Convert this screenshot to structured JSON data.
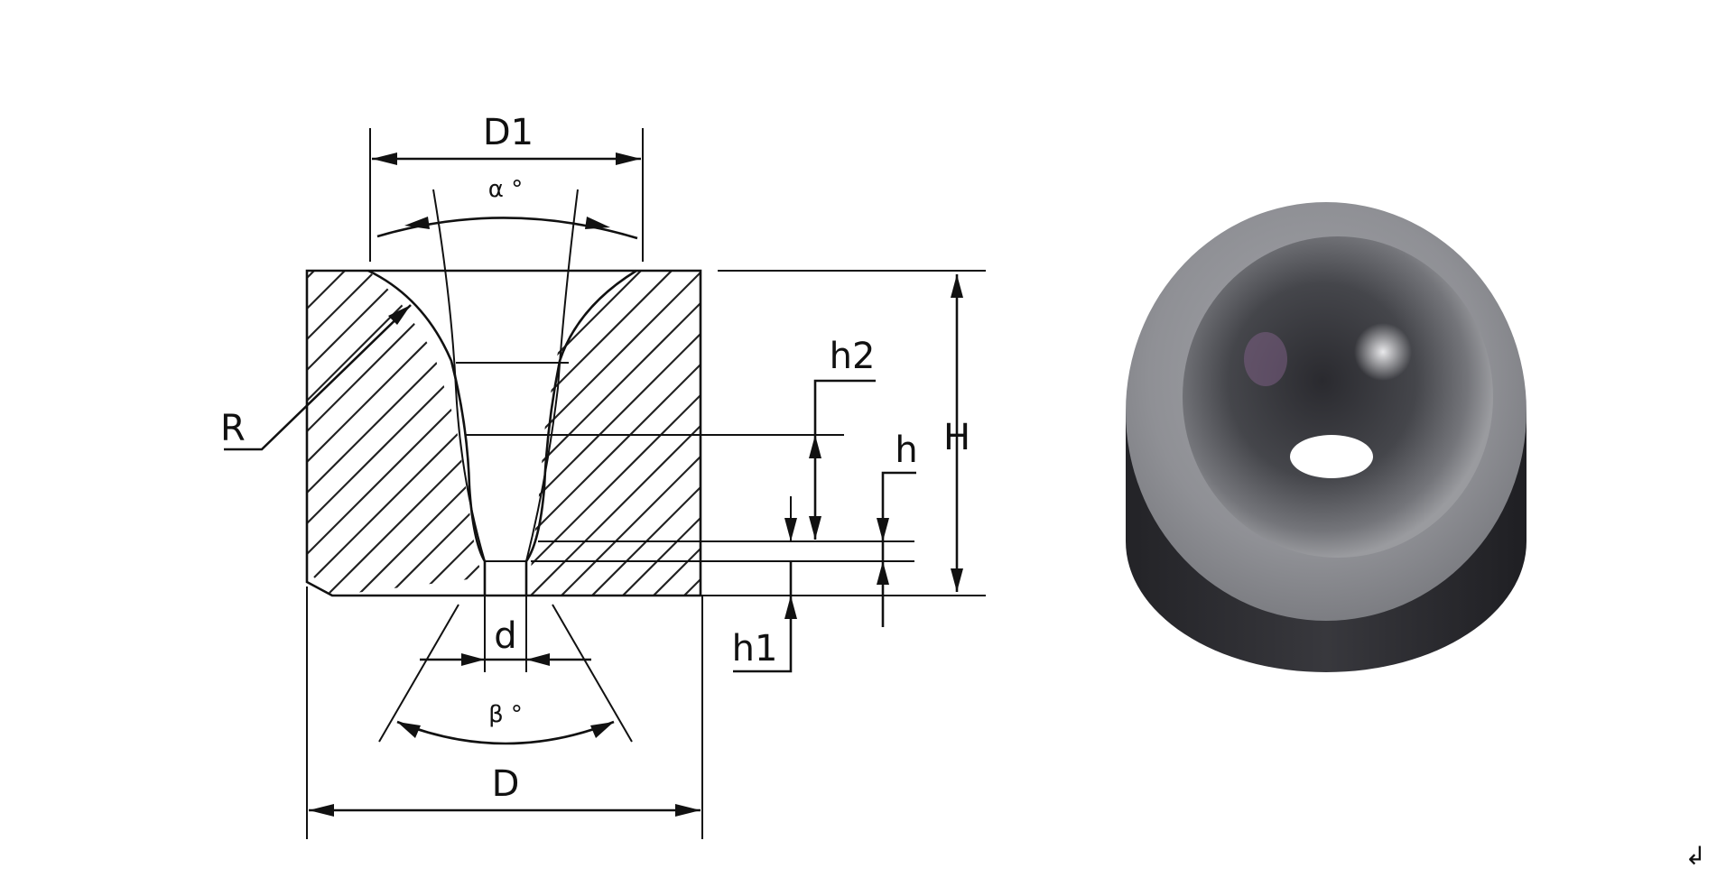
{
  "diagram": {
    "labels": {
      "d1": "D1",
      "alpha": "α °",
      "r": "R",
      "h2": "h2",
      "h": "h",
      "big_h": "H",
      "d": "d",
      "h1": "h1",
      "beta": "β °",
      "big_d": "D"
    },
    "corner_mark": "↲"
  },
  "colors": {
    "line": "#111111",
    "die_top": "#8e8f93",
    "die_body": "#303034",
    "background": "#ffffff"
  }
}
